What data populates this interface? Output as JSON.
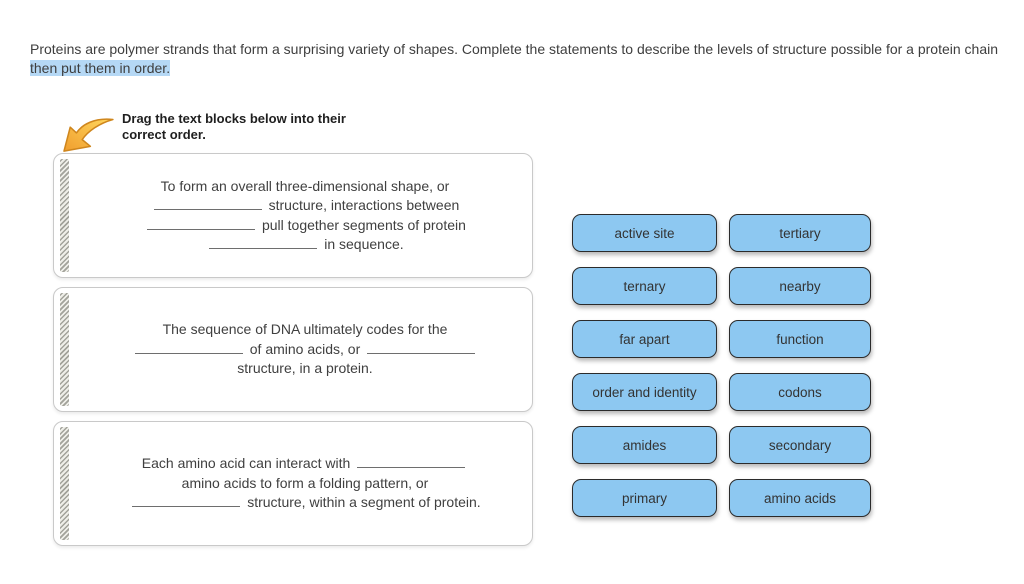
{
  "intro": {
    "text_before_highlight": "Proteins are polymer strands that form a surprising variety of shapes. Complete the statements to describe the levels of structure possible for a protein chain ",
    "highlighted_text": "then put them in order."
  },
  "drag_instruction": "Drag the text blocks below into their correct order.",
  "statements": [
    {
      "lines": [
        [
          {
            "t": "To form an overall three-dimensional shape, or"
          }
        ],
        [
          {
            "blank": true
          },
          {
            "t": " structure, interactions between"
          }
        ],
        [
          {
            "blank": true
          },
          {
            "t": " pull together segments of protein"
          }
        ],
        [
          {
            "blank": true
          },
          {
            "t": " in sequence."
          }
        ]
      ]
    },
    {
      "lines": [
        [
          {
            "t": "The sequence of DNA ultimately codes for the"
          }
        ],
        [
          {
            "blank": true
          },
          {
            "t": " of amino acids, or "
          },
          {
            "blank": true
          }
        ],
        [
          {
            "t": "structure, in a protein."
          }
        ]
      ]
    },
    {
      "lines": [
        [
          {
            "t": "Each amino acid can interact with "
          },
          {
            "blank": true
          }
        ],
        [
          {
            "t": "amino acids to form a folding pattern, or"
          }
        ],
        [
          {
            "blank": true
          },
          {
            "t": " structure, within a segment of protein."
          }
        ]
      ]
    }
  ],
  "word_bank": [
    "active site",
    "tertiary",
    "ternary",
    "nearby",
    "far apart",
    "function",
    "order and identity",
    "codons",
    "amides",
    "secondary",
    "primary",
    "amino acids"
  ],
  "colors": {
    "tile_fill": "#8dc8f1",
    "tile_border": "#2b2b2b",
    "highlight": "#b5d8f5",
    "arrow_yellow": "#ffd75e",
    "arrow_orange": "#f09e2e",
    "card_border": "#c9c9c9",
    "blank_line": "#6e6e6e"
  }
}
